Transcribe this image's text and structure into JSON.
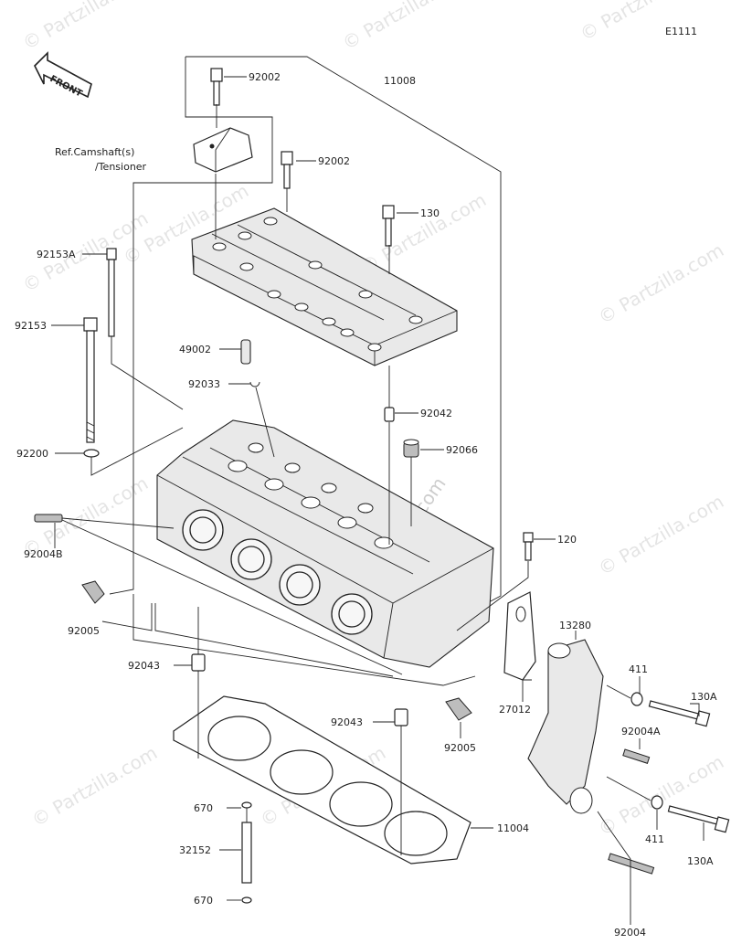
{
  "diagram_id": "E1111",
  "front_label": "FRONT",
  "ref_note": [
    "Ref.Camshaft(s)",
    "/Tensioner"
  ],
  "watermark": "© Partzilla.com",
  "center_watermark": "© Partzilla.com",
  "parts": {
    "p92002a": "92002",
    "p11008": "11008",
    "p92002b": "92002",
    "p130": "130",
    "p92153A": "92153A",
    "p92153": "92153",
    "p49002": "49002",
    "p92033": "92033",
    "p92042": "92042",
    "p92200": "92200",
    "p92066": "92066",
    "p120": "120",
    "p92004B": "92004B",
    "p92005a": "92005",
    "p13280": "13280",
    "p92043a": "92043",
    "p411a": "411",
    "p130Aa": "130A",
    "p27012": "27012",
    "p92004A": "92004A",
    "p92043b": "92043",
    "p92005b": "92005",
    "p670a": "670",
    "p11004": "11004",
    "p411b": "411",
    "p32152": "32152",
    "p130Ab": "130A",
    "p92004": "92004",
    "p670b": "670"
  }
}
